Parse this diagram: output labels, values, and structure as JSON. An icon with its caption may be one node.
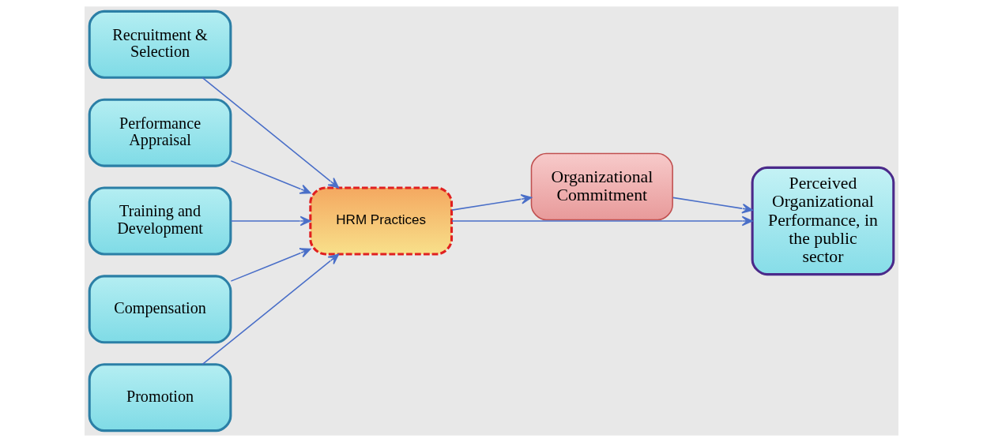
{
  "diagram": {
    "nodes": [
      {
        "text": [
          "Recruitment & Selection"
        ]
      },
      {
        "text": [
          "Performance Appraisal"
        ]
      },
      {
        "text": [
          "Training and Development"
        ]
      },
      {
        "text": [
          "Compensation"
        ]
      },
      {
        "text": [
          "Promotion"
        ]
      },
      {
        "text": [
          "HRM Practices"
        ]
      },
      {
        "text": [
          "Organizational Commitment"
        ]
      },
      {
        "text": [
          "Perceived Organizational Performance, in the public sector"
        ]
      }
    ],
    "edges": [
      {
        "from": 0,
        "to": 5,
        "arrow": "to"
      },
      {
        "from": 1,
        "to": 5,
        "arrow": "to"
      },
      {
        "from": 2,
        "to": 5,
        "arrow": "to"
      },
      {
        "from": 3,
        "to": 5,
        "arrow": "to"
      },
      {
        "from": 4,
        "to": 5,
        "arrow": "to"
      },
      {
        "from": 5,
        "to": 6,
        "arrow": "to"
      },
      {
        "from": 6,
        "to": 7,
        "arrow": "to"
      },
      {
        "from": 5,
        "to": 7,
        "arrow": "to"
      }
    ]
  }
}
